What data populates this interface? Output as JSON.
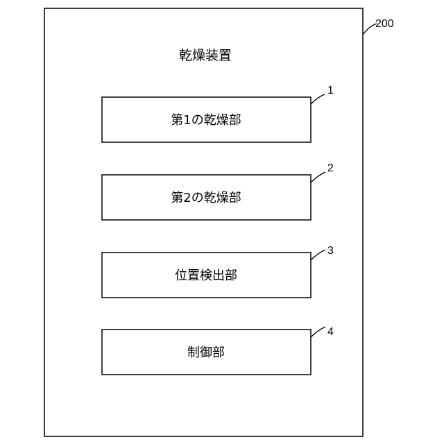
{
  "device": {
    "title": "乾燥装置",
    "ref": "200"
  },
  "units": [
    {
      "label": "第1の乾燥部",
      "ref": "1"
    },
    {
      "label": "第2の乾燥部",
      "ref": "2"
    },
    {
      "label": "位置検出部",
      "ref": "3"
    },
    {
      "label": "制御部",
      "ref": "4"
    }
  ]
}
